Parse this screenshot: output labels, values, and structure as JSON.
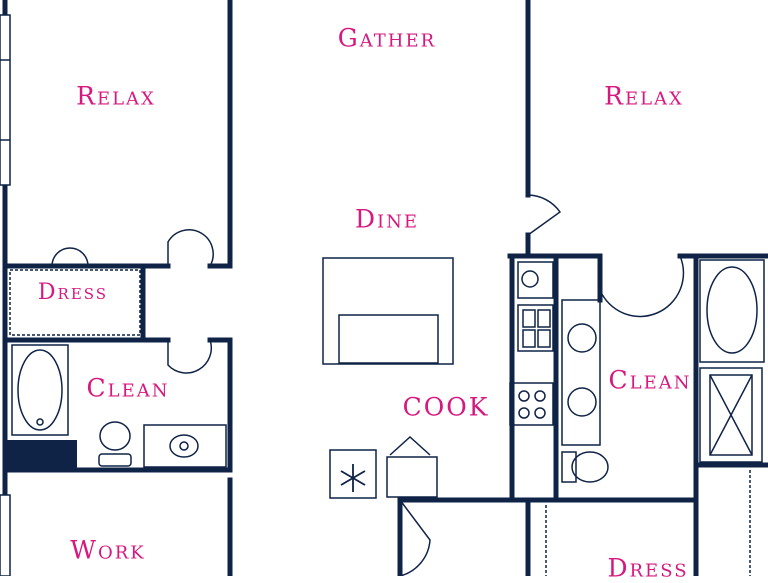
{
  "rooms": {
    "relax_left": "Relax",
    "gather": "Gather",
    "relax_right": "Relax",
    "dine": "Dine",
    "dress_left": "Dress",
    "clean_left": "Clean",
    "clean_right": "Clean",
    "cook": "COOK",
    "work": "Work",
    "dress_right": "Dress"
  },
  "colors": {
    "wall": "#0f2346",
    "label": "#d6187f",
    "background": "#ffffff"
  },
  "icons": [
    "snowflake-icon"
  ]
}
